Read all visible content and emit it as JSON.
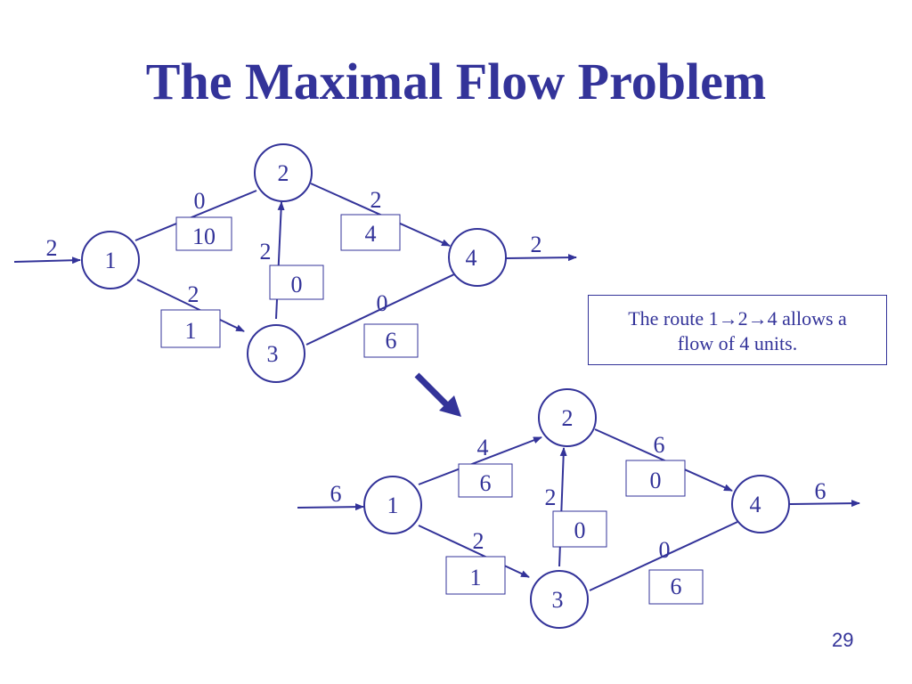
{
  "title": "The Maximal Flow Problem",
  "page_number": "29",
  "note": {
    "line1": "The route 1→2→4 allows a",
    "line2": "flow of 4 units."
  },
  "colors": {
    "primary": "#333399",
    "background": "#ffffff"
  },
  "diagrams": [
    {
      "name": "before",
      "nodes": [
        "1",
        "2",
        "3",
        "4"
      ],
      "inflow": "2",
      "outflow": "2",
      "edges": [
        {
          "from": "1",
          "to": "2",
          "flow": "0",
          "capacity": "10"
        },
        {
          "from": "1",
          "to": "3",
          "flow": "2",
          "capacity": "1"
        },
        {
          "from": "3",
          "to": "2",
          "flow": "2",
          "capacity": "0"
        },
        {
          "from": "2",
          "to": "4",
          "flow": "2",
          "capacity": "4"
        },
        {
          "from": "3",
          "to": "4",
          "flow": "0",
          "capacity": "6"
        }
      ]
    },
    {
      "name": "after",
      "nodes": [
        "1",
        "2",
        "3",
        "4"
      ],
      "inflow": "6",
      "outflow": "6",
      "edges": [
        {
          "from": "1",
          "to": "2",
          "flow": "4",
          "capacity": "6"
        },
        {
          "from": "1",
          "to": "3",
          "flow": "2",
          "capacity": "1"
        },
        {
          "from": "3",
          "to": "2",
          "flow": "2",
          "capacity": "0"
        },
        {
          "from": "2",
          "to": "4",
          "flow": "6",
          "capacity": "0"
        },
        {
          "from": "3",
          "to": "4",
          "flow": "0",
          "capacity": "6"
        }
      ]
    }
  ]
}
